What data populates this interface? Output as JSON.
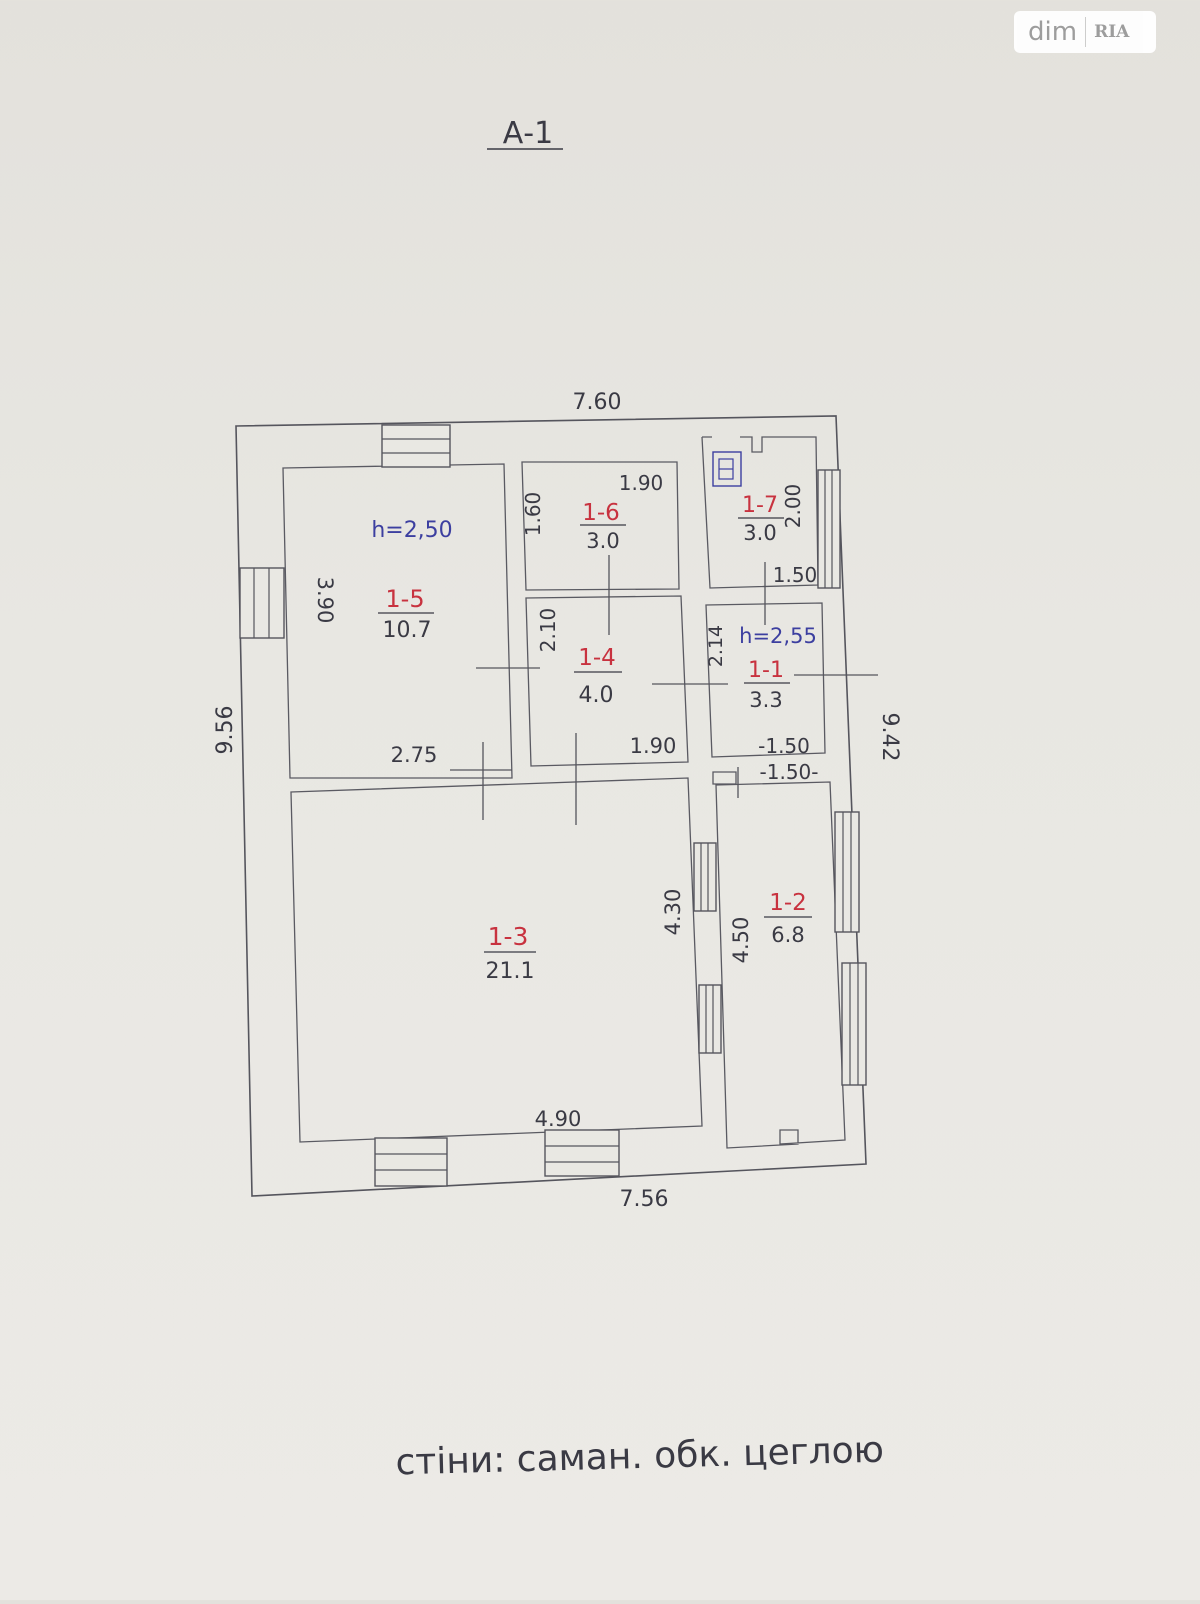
{
  "sheet_label": "А-1",
  "watermark": {
    "brand": "dim",
    "brand2": "RIA"
  },
  "outer_dimensions": {
    "top": "7.60",
    "bottom": "7.56",
    "left": "9.56",
    "right": "9.42"
  },
  "rooms": [
    {
      "id": "1-5",
      "area": "10.7",
      "height_note": "h=2,50",
      "dims": [
        "3.90",
        "2.75"
      ]
    },
    {
      "id": "1-6",
      "area": "3.0",
      "dims": [
        "1.60",
        "1.90"
      ]
    },
    {
      "id": "1-7",
      "area": "3.0",
      "dims": [
        "2.00",
        "1.50"
      ]
    },
    {
      "id": "1-4",
      "area": "4.0",
      "dims": [
        "2.10",
        "1.90"
      ]
    },
    {
      "id": "1-1",
      "area": "3.3",
      "height_note": "h=2,55",
      "dims": [
        "2.14",
        "-1.50"
      ]
    },
    {
      "id": "1-3",
      "area": "21.1",
      "dims": [
        "4.30",
        "4.90"
      ]
    },
    {
      "id": "1-2",
      "area": "6.8",
      "dims": [
        "-1.50-",
        "4.50"
      ]
    }
  ],
  "footer_note": "стіни: саман. обк. цеглою",
  "colors": {
    "room_id": "#c8323f",
    "height_note": "#3c3fa0",
    "ink": "#3a3a44"
  }
}
